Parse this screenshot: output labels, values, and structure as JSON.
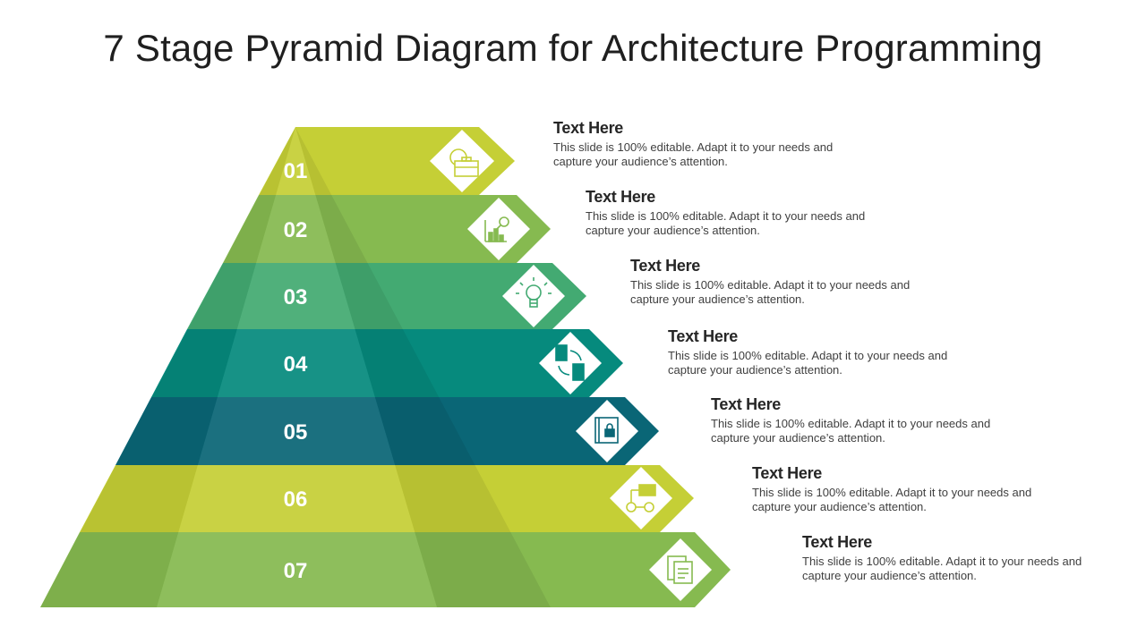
{
  "title": "7 Stage Pyramid Diagram for Architecture Programming",
  "colors": {
    "lime": "#c5cf36",
    "light_green": "#86ba50",
    "green": "#43aa72",
    "teal": "#068a7d",
    "dark_teal": "#0a6676"
  },
  "stages": [
    {
      "number": "01",
      "heading": "Text Here",
      "description": "This slide is 100% editable. Adapt it to your needs and capture your audience’s attention.",
      "icon": "gear-briefcase-icon",
      "color": "#c5cf36"
    },
    {
      "number": "02",
      "heading": "Text Here",
      "description": "This slide is 100% editable. Adapt it to your needs and capture your audience’s attention.",
      "icon": "chart-magnifier-icon",
      "color": "#86ba50"
    },
    {
      "number": "03",
      "heading": "Text Here",
      "description": "This slide is 100% editable. Adapt it to your needs and capture your audience’s attention.",
      "icon": "lightbulb-icon",
      "color": "#43aa72"
    },
    {
      "number": "04",
      "heading": "Text Here",
      "description": "This slide is 100% editable. Adapt it to your needs and capture your audience’s attention.",
      "icon": "buildings-exchange-icon",
      "color": "#068a7d"
    },
    {
      "number": "05",
      "heading": "Text Here",
      "description": "This slide is 100% editable. Adapt it to your needs and capture your audience’s attention.",
      "icon": "book-lock-icon",
      "color": "#0a6676"
    },
    {
      "number": "06",
      "heading": "Text Here",
      "description": "This slide is 100% editable. Adapt it to your needs and capture your audience’s attention.",
      "icon": "flowchart-icon",
      "color": "#c5cf36"
    },
    {
      "number": "07",
      "heading": "Text Here",
      "description": "This slide is 100% editable. Adapt it to your needs and capture your audience’s attention.",
      "icon": "documents-icon",
      "color": "#86ba50"
    }
  ]
}
